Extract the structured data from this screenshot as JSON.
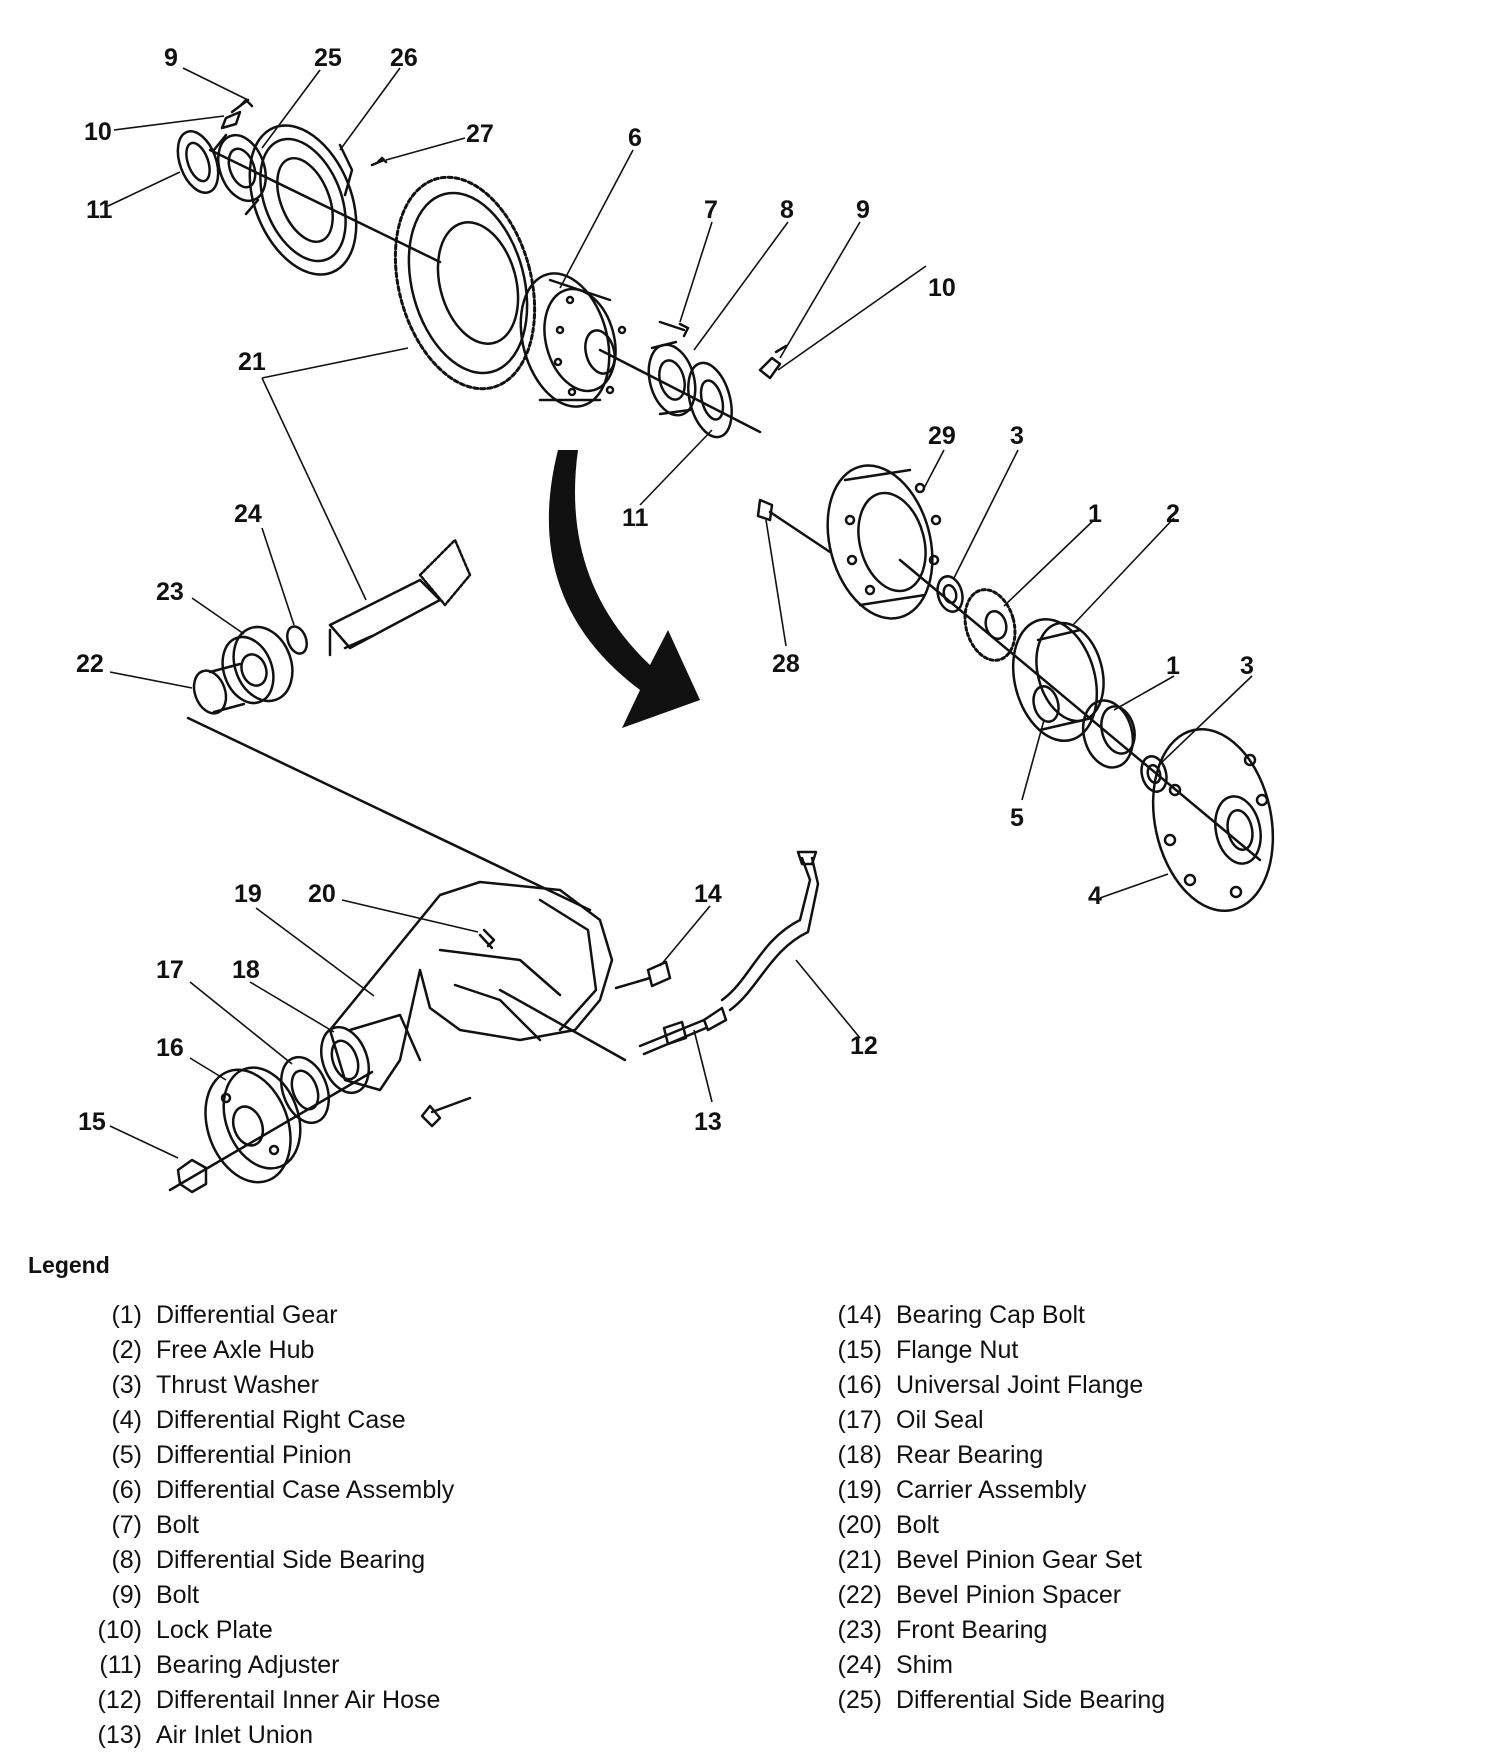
{
  "callouts": {
    "c9a": "9",
    "c25": "25",
    "c26": "26",
    "c10a": "10",
    "c27": "27",
    "c11a": "11",
    "c6": "6",
    "c7": "7",
    "c8": "8",
    "c9b": "9",
    "c10b": "10",
    "c21": "21",
    "c11b": "11",
    "c29": "29",
    "c3a": "3",
    "c1a": "1",
    "c2": "2",
    "c24": "24",
    "c23": "23",
    "c22": "22",
    "c28": "28",
    "c1b": "1",
    "c3b": "3",
    "c5": "5",
    "c4": "4",
    "c19": "19",
    "c20": "20",
    "c14": "14",
    "c17": "17",
    "c18": "18",
    "c16": "16",
    "c12": "12",
    "c15": "15",
    "c13": "13"
  },
  "legend": {
    "title": "Legend",
    "left": [
      {
        "num": "(1)",
        "label": "Differential Gear"
      },
      {
        "num": "(2)",
        "label": "Free Axle Hub"
      },
      {
        "num": "(3)",
        "label": "Thrust Washer"
      },
      {
        "num": "(4)",
        "label": "Differential Right Case"
      },
      {
        "num": "(5)",
        "label": "Differential Pinion"
      },
      {
        "num": "(6)",
        "label": "Differential Case Assembly"
      },
      {
        "num": "(7)",
        "label": "Bolt"
      },
      {
        "num": "(8)",
        "label": "Differential Side Bearing"
      },
      {
        "num": "(9)",
        "label": "Bolt"
      },
      {
        "num": "(10)",
        "label": "Lock Plate"
      },
      {
        "num": "(11)",
        "label": "Bearing Adjuster"
      },
      {
        "num": "(12)",
        "label": "Differentail Inner Air Hose"
      },
      {
        "num": "(13)",
        "label": "Air Inlet Union"
      }
    ],
    "right": [
      {
        "num": "(14)",
        "label": "Bearing Cap Bolt"
      },
      {
        "num": "(15)",
        "label": "Flange Nut"
      },
      {
        "num": "(16)",
        "label": "Universal Joint Flange"
      },
      {
        "num": "(17)",
        "label": "Oil Seal"
      },
      {
        "num": "(18)",
        "label": "Rear Bearing"
      },
      {
        "num": "(19)",
        "label": "Carrier Assembly"
      },
      {
        "num": "(20)",
        "label": "Bolt"
      },
      {
        "num": "(21)",
        "label": "Bevel Pinion Gear Set"
      },
      {
        "num": "(22)",
        "label": "Bevel Pinion Spacer"
      },
      {
        "num": "(23)",
        "label": "Front Bearing"
      },
      {
        "num": "(24)",
        "label": "Shim"
      },
      {
        "num": "(25)",
        "label": "Differential Side Bearing"
      }
    ]
  }
}
